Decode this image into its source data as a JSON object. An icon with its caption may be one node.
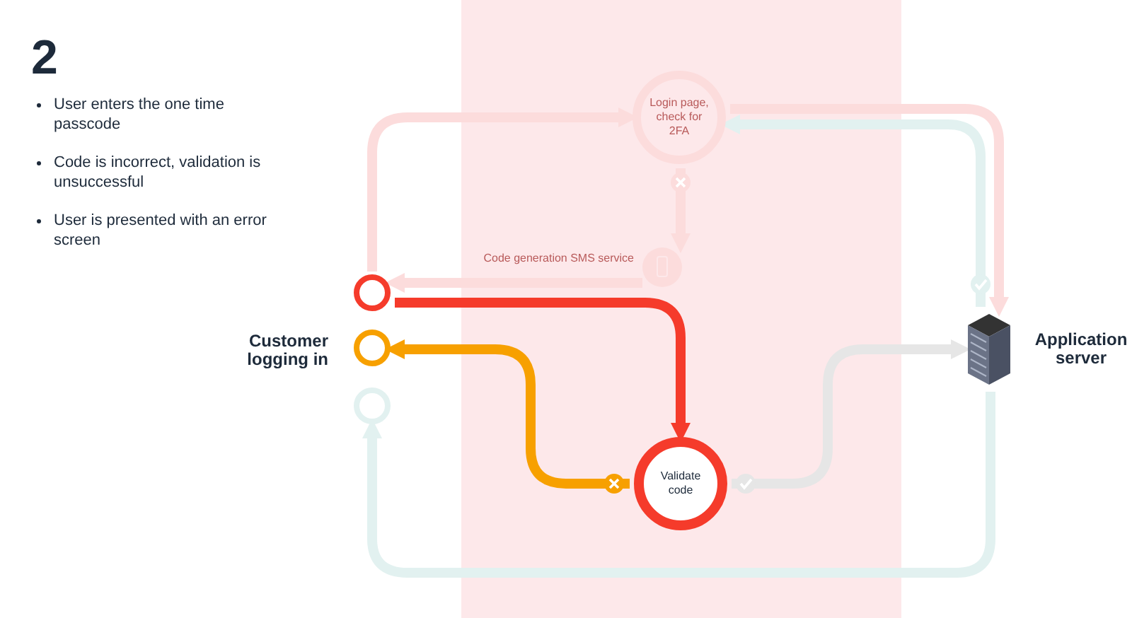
{
  "diagram": {
    "title": "2",
    "nodes": [
      {
        "text": [
          "Login page, check for 2FA"
        ]
      },
      {
        "text": [
          "Code generation SMS service"
        ]
      },
      {
        "text": [],
        "shape": "circle"
      },
      {
        "text": [],
        "shape": "circle"
      },
      {
        "text": [],
        "shape": "circle"
      },
      {
        "text": [
          "Validate code"
        ]
      },
      {
        "text": [
          "Application server"
        ]
      }
    ],
    "edges": [
      {
        "from": 2,
        "to": 0,
        "arrow": "to",
        "color": "#fcdcdc"
      },
      {
        "from": 0,
        "to": 6,
        "arrow": "to",
        "color": "#fcdcdc"
      },
      {
        "from": 6,
        "to": 0,
        "arrow": "to",
        "color": "#e2f1f0"
      },
      {
        "from": 0,
        "to": 1,
        "arrow": "to",
        "color": "#fcdcdc"
      },
      {
        "from": 1,
        "to": 2,
        "arrow": "to",
        "color": "#fcdcdc"
      },
      {
        "from": 2,
        "to": 5,
        "arrow": "to",
        "color": "#f53b2b"
      },
      {
        "from": 5,
        "to": 3,
        "arrow": "to",
        "color": "#f7a000"
      },
      {
        "from": 5,
        "to": 6,
        "arrow": "to",
        "color": "#e6e6e6"
      },
      {
        "from": 6,
        "to": 4,
        "arrow": "to",
        "color": "#e2f1f0"
      }
    ],
    "labels": [
      "User enters the one time passcode",
      "Code is incorrect, validation is unsuccessful",
      "User is presented with an error screen",
      "Customer logging in"
    ]
  }
}
